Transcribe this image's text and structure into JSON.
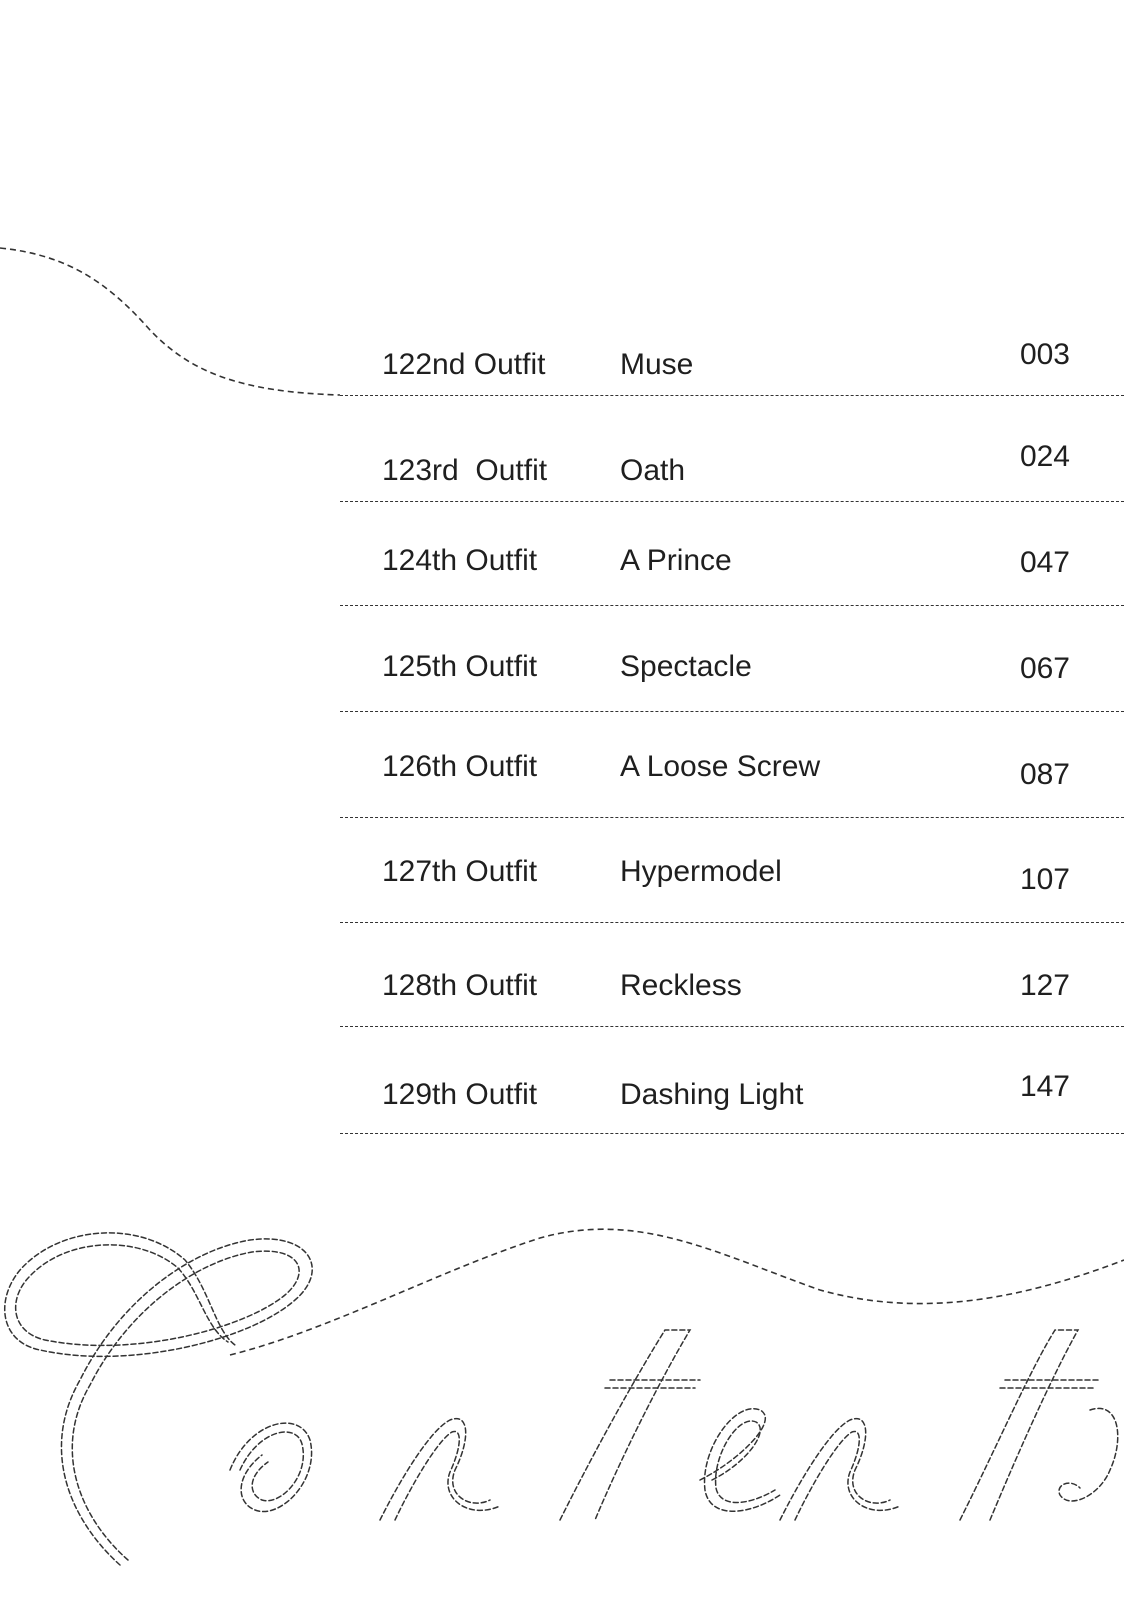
{
  "toc": {
    "entries": [
      {
        "chapter": "122nd Outfit",
        "title": "Muse",
        "page": "003"
      },
      {
        "chapter": "123rd  Outfit",
        "title": "Oath",
        "page": "024"
      },
      {
        "chapter": "124th Outfit",
        "title": "A Prince",
        "page": "047"
      },
      {
        "chapter": "125th Outfit",
        "title": "Spectacle",
        "page": "067"
      },
      {
        "chapter": "126th Outfit",
        "title": "A Loose Screw",
        "page": "087"
      },
      {
        "chapter": "127th Outfit",
        "title": "Hypermodel",
        "page": "107"
      },
      {
        "chapter": "128th Outfit",
        "title": "Reckless",
        "page": "127"
      },
      {
        "chapter": "129th Outfit",
        "title": "Dashing Light",
        "page": "147"
      }
    ]
  },
  "heading": {
    "text": "Contents",
    "style": "dashed-outline-script"
  },
  "colors": {
    "text": "#1f1f1f",
    "rules": "#333333",
    "background": "#ffffff"
  }
}
